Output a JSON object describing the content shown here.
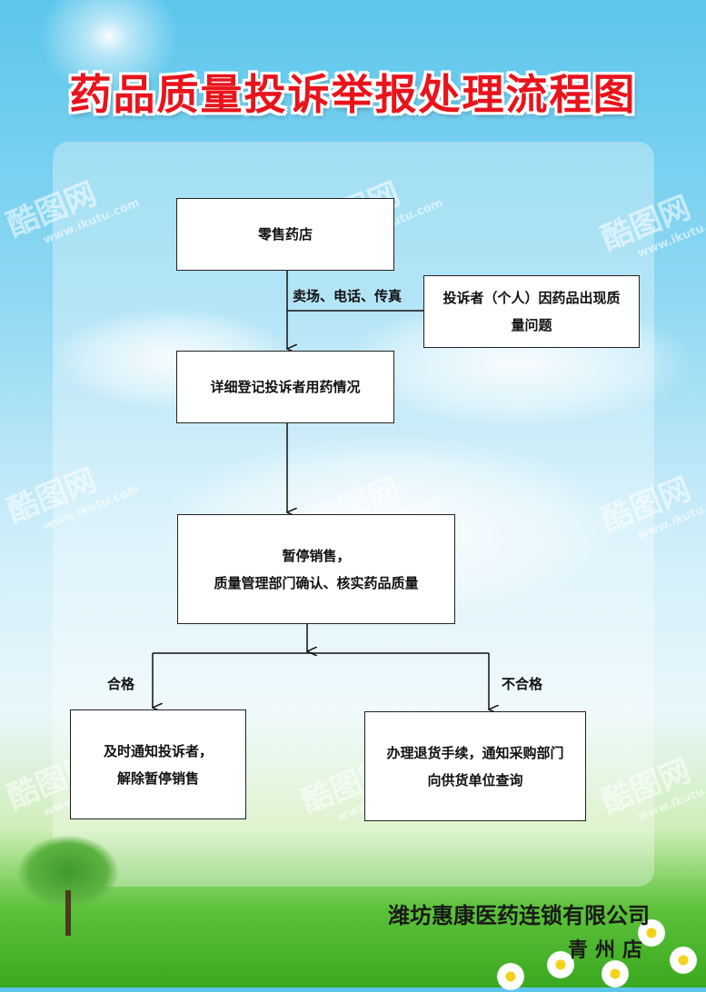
{
  "title": "药品质量投诉举报处理流程图",
  "nodes": {
    "retail_store": "零售药店",
    "complainant": [
      "投诉者（个人）因药品出现质",
      "量问题"
    ],
    "channels": "卖场、电话、传真",
    "register": "详细登记投诉者用药情况",
    "suspend": [
      "暂停销售，",
      "质量管理部门确认、核实药品质量"
    ],
    "pass_label": "合格",
    "fail_label": "不合格",
    "pass_action": [
      "及时通知投诉者，",
      "解除暂停销售"
    ],
    "fail_action": [
      "办理退货手续，通知采购部门",
      "向供货单位查询"
    ]
  },
  "footer": {
    "company": "潍坊惠康医药连锁有限公司",
    "branch": "青州店"
  },
  "watermark": {
    "logo_text": "酷图网",
    "url": "www.ikutu.com"
  },
  "colors": {
    "title": "#e8141c",
    "box_border": "#222222",
    "line": "#111111"
  }
}
